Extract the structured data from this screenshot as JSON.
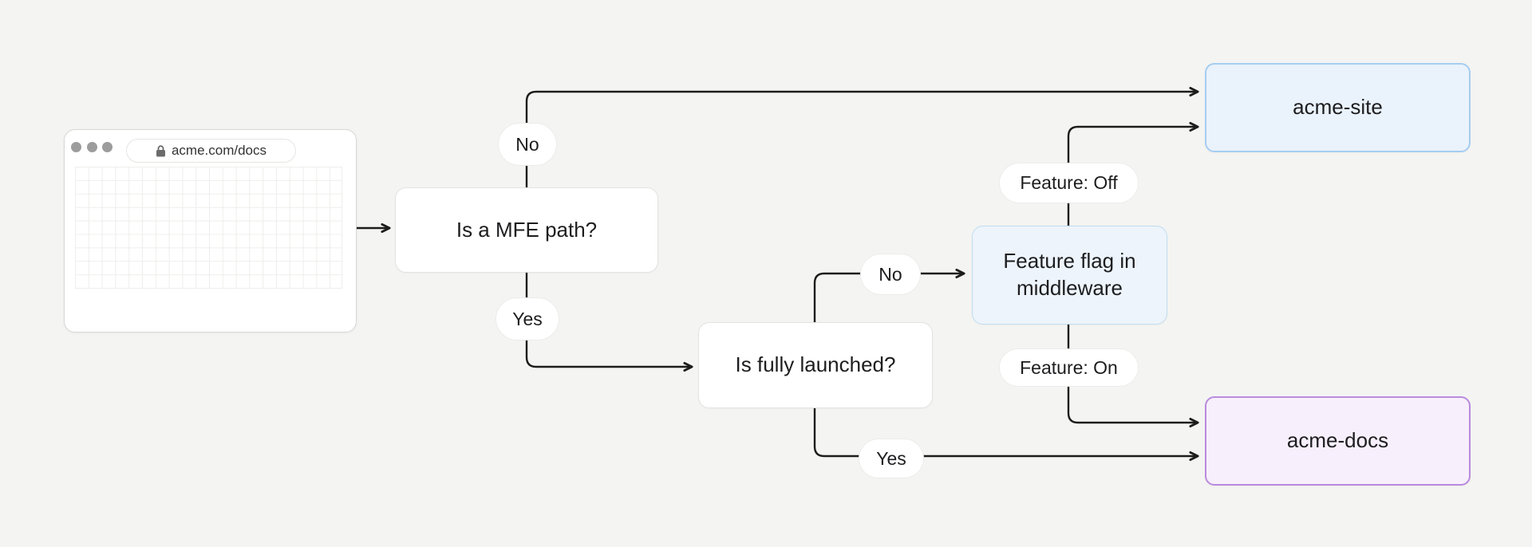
{
  "diagram": {
    "browser": {
      "url": "acme.com/docs"
    },
    "nodes": {
      "mfe": {
        "label": "Is a MFE path?"
      },
      "launched": {
        "label": "Is fully launched?"
      },
      "feature_flag": {
        "label": "Feature flag in middleware"
      },
      "acme_site": {
        "label": "acme-site"
      },
      "acme_docs": {
        "label": "acme-docs"
      }
    },
    "edge_labels": {
      "mfe_no": "No",
      "mfe_yes": "Yes",
      "launched_no": "No",
      "launched_yes": "Yes",
      "feature_off": "Feature: Off",
      "feature_on": "Feature: On"
    },
    "colors": {
      "background": "#f4f4f2",
      "connector": "#1c1c1c",
      "node_bg": "#ffffff",
      "node_border": "#e3e3e1",
      "feature_flag_bg": "#edf4fb",
      "feature_flag_border": "#bfddf3",
      "acme_site_bg": "#eaf2fb",
      "acme_site_border": "#a5cdf2",
      "acme_docs_bg": "#f7effb",
      "acme_docs_border": "#b98ade"
    }
  }
}
